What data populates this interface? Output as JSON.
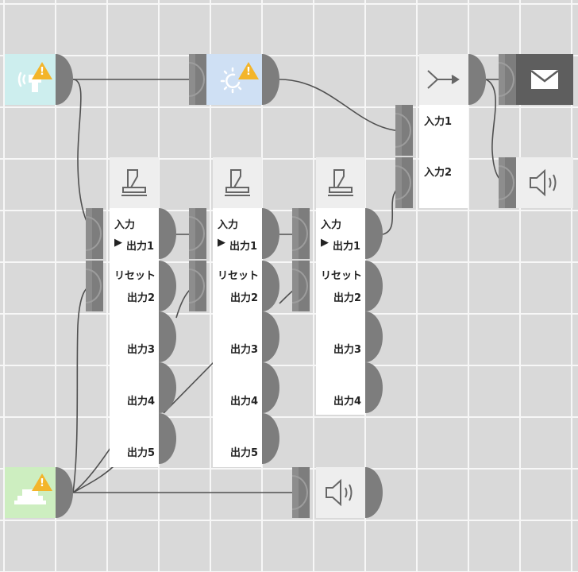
{
  "colors": {
    "grid_bg": "#d9d9d9",
    "grid_line": "#f7f7f7",
    "port": "#7d7d7d",
    "node_body": "#ffffff",
    "tile_light": "#eeeeee",
    "sensor_tile": "#cdeeee",
    "weather_tile": "#cfe0f4",
    "button_tile": "#cdeec0",
    "mail_tile": "#5e5e5e",
    "warning": "#f3b52a",
    "wire": "#505050"
  },
  "nodes": {
    "sensor": {
      "icon": "vibration-sensor-icon",
      "warning": "!"
    },
    "weather": {
      "icon": "weather-sun-icon",
      "warning": "!"
    },
    "merge": {
      "icon": "merge-arrows-icon",
      "in1": "入力1",
      "in2": "入力2"
    },
    "mail": {
      "icon": "envelope-icon"
    },
    "speaker_top": {
      "icon": "speaker-icon"
    },
    "speaker_bottom": {
      "icon": "speaker-icon"
    },
    "button": {
      "icon": "button-press-icon",
      "warning": "!"
    },
    "switches": [
      {
        "icon": "lever-switch-icon",
        "in": "入力",
        "reset": "リセット",
        "arrow": "▶",
        "outs": [
          "出力1",
          "出力2",
          "出力3",
          "出力4",
          "出力5"
        ]
      },
      {
        "icon": "lever-switch-icon",
        "in": "入力",
        "reset": "リセット",
        "arrow": "▶",
        "outs": [
          "出力1",
          "出力2",
          "出力3",
          "出力4",
          "出力5"
        ]
      },
      {
        "icon": "lever-switch-icon",
        "in": "入力",
        "reset": "リセット",
        "arrow": "▶",
        "outs": [
          "出力1",
          "出力2",
          "出力3",
          "出力4"
        ]
      }
    ]
  }
}
